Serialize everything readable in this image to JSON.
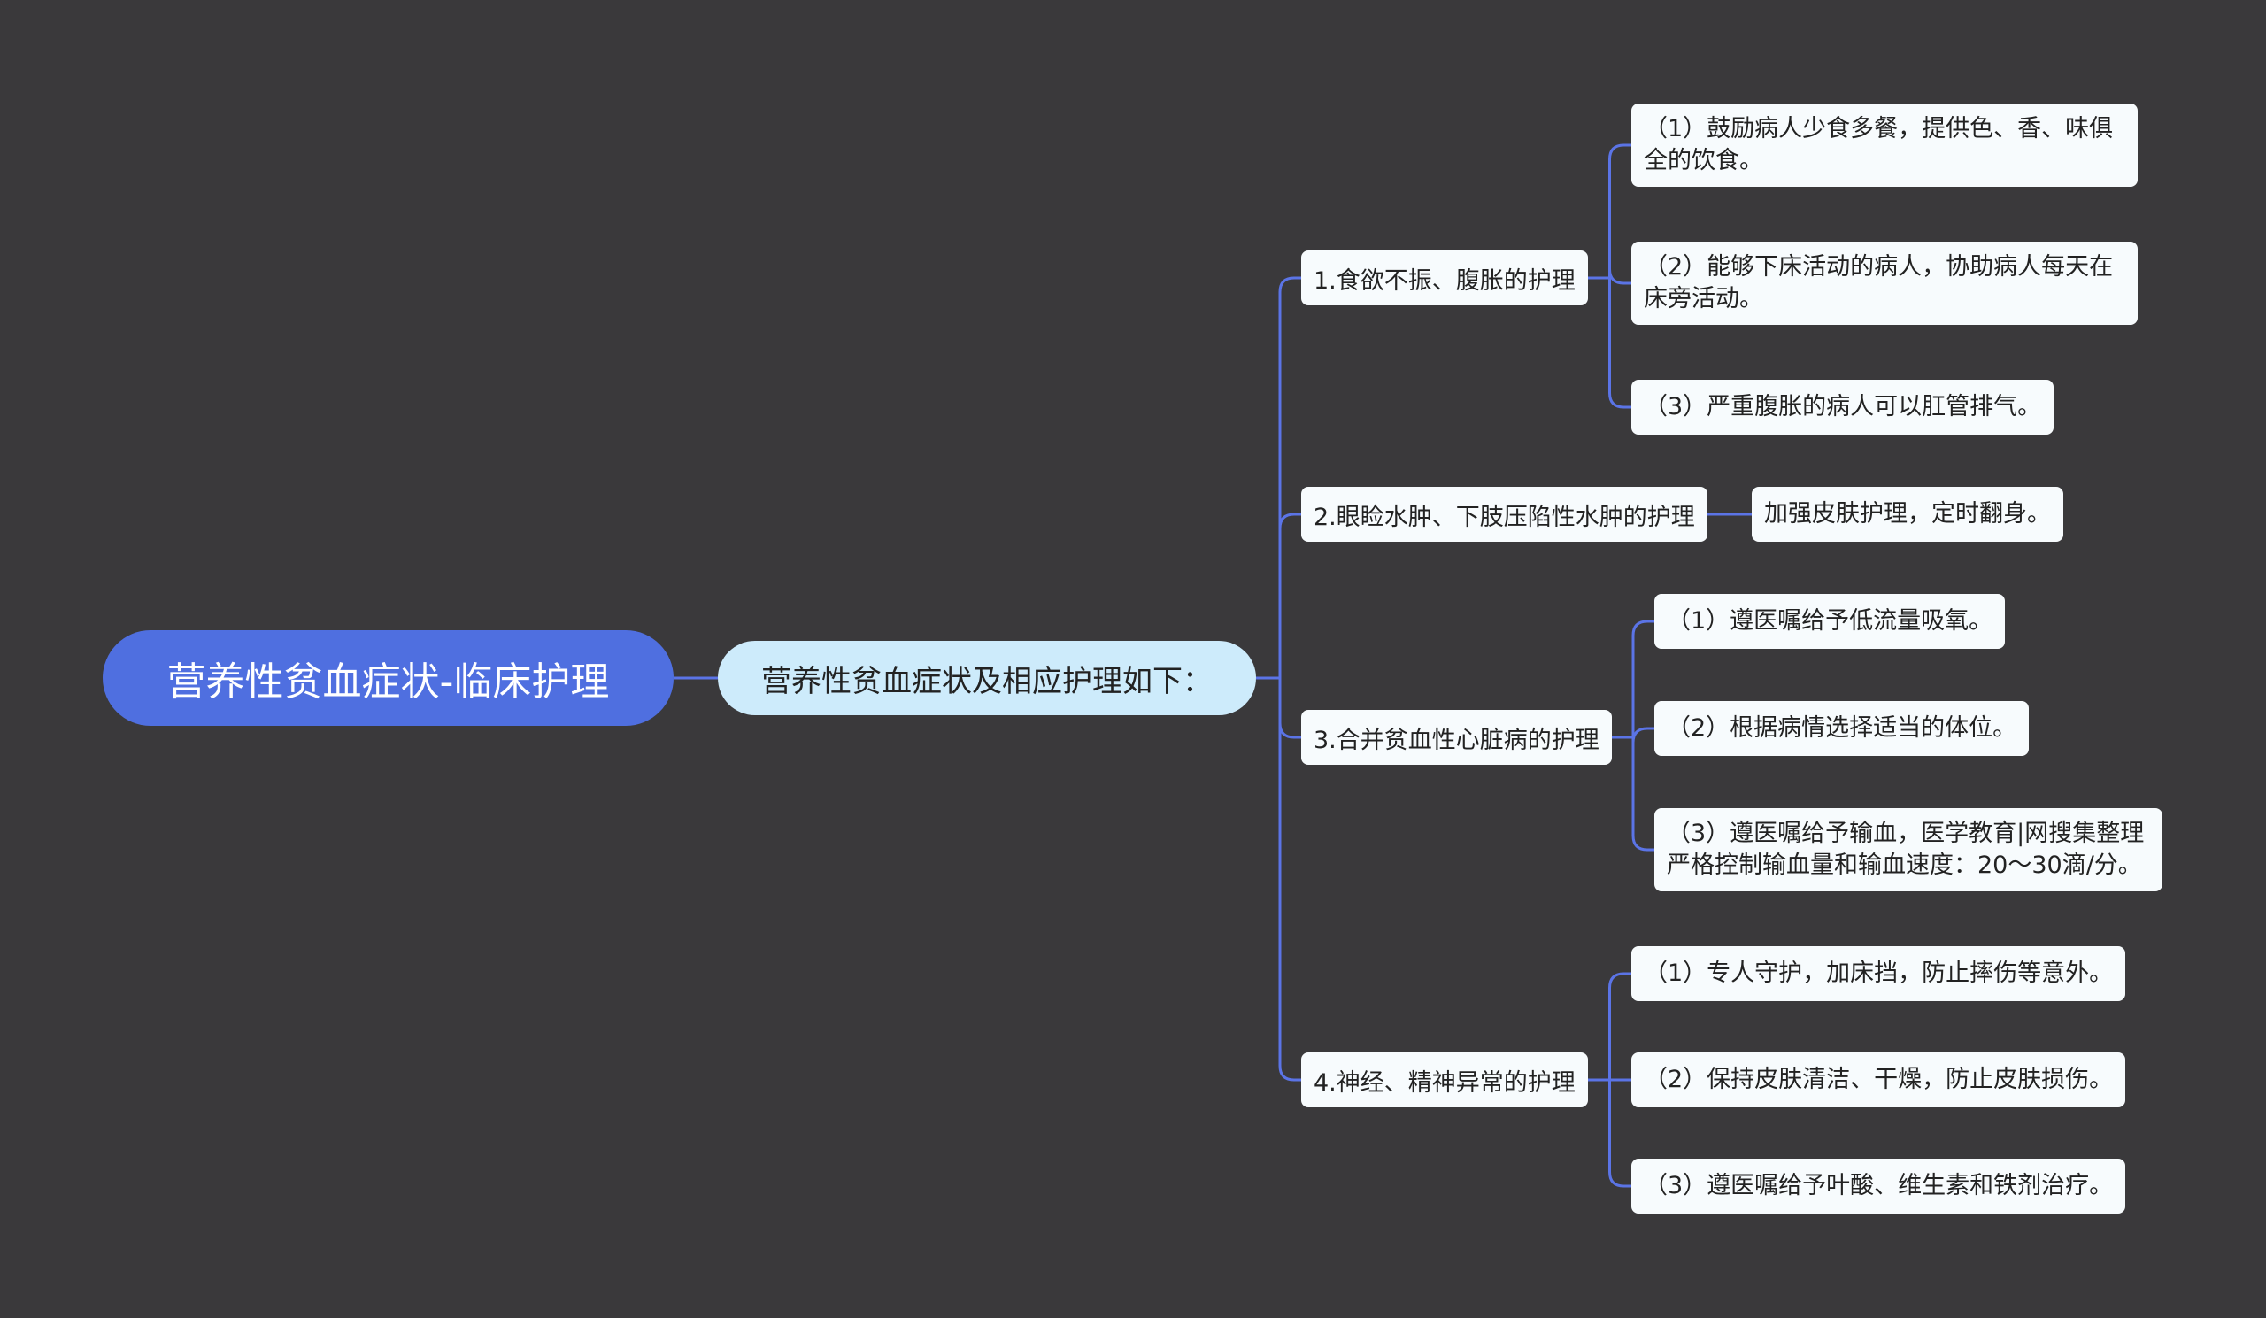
{
  "root": {
    "label": "营养性贫血症状-临床护理"
  },
  "center": {
    "label": "营养性贫血症状及相应护理如下："
  },
  "branches": [
    {
      "label": "1.食欲不振、腹胀的护理",
      "children": [
        "（1）鼓励病人少食多餐，提供色、香、味俱全的饮食。",
        "（2）能够下床活动的病人，协助病人每天在床旁活动。",
        "（3）严重腹胀的病人可以肛管排气。"
      ]
    },
    {
      "label": "2.眼睑水肿、下肢压陷性水肿的护理",
      "children": [
        "加强皮肤护理，定时翻身。"
      ]
    },
    {
      "label": "3.合并贫血性心脏病的护理",
      "children": [
        "（1）遵医嘱给予低流量吸氧。",
        "（2）根据病情选择适当的体位。",
        "（3）遵医嘱给予输血，医学教育|网搜集整理严格控制输血量和输血速度：20～30滴/分。"
      ]
    },
    {
      "label": "4.神经、精神异常的护理",
      "children": [
        "（1）专人守护，加床挡，防止摔伤等意外。",
        "（2）保持皮肤清洁、干燥，防止皮肤损伤。",
        "（3）遵医嘱给予叶酸、维生素和铁剂治疗。"
      ]
    }
  ],
  "colors": {
    "background": "#3a393b",
    "root": "#4f6fe0",
    "center": "#cdebfb",
    "node": "#f7fbfd",
    "line": "#5b74e6"
  }
}
